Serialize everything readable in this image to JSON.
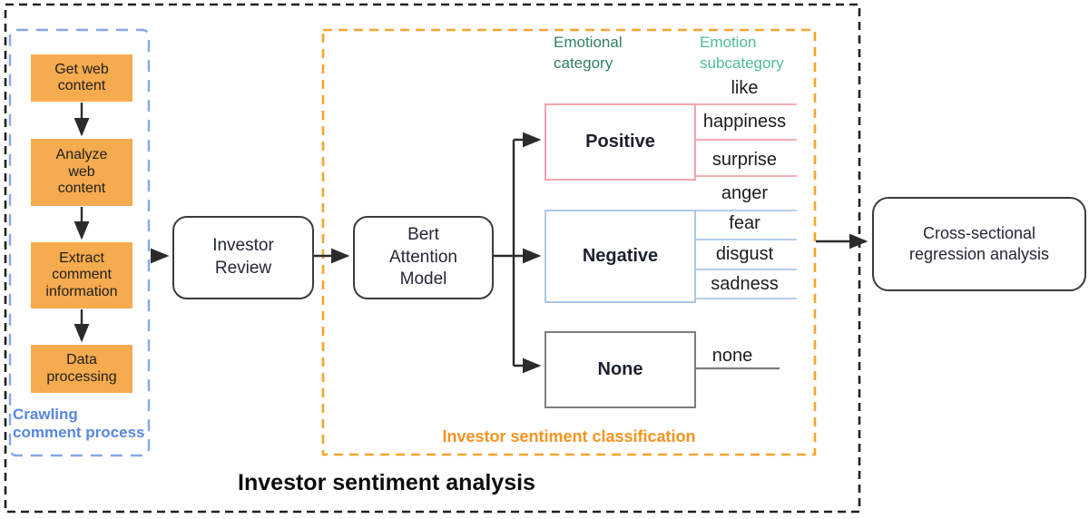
{
  "diagram": {
    "title": "Investor sentiment analysis"
  },
  "crawling": {
    "label": "Crawling\ncomment process",
    "steps": [
      "Get web\ncontent",
      "Analyze\nweb\ncontent",
      "Extract\ncomment\ninformation",
      "Data\nprocessing"
    ]
  },
  "flow": {
    "investor_review": "Investor\nReview",
    "bert_model": "Bert\nAttention\nModel",
    "regression": "Cross-sectional\nregression analysis"
  },
  "classification": {
    "label": "Investor sentiment classification",
    "column1": "Emotional\ncategory",
    "column2": "Emotion\nsubcategory",
    "positive": {
      "name": "Positive",
      "subs": [
        "like",
        "happiness",
        "surprise"
      ]
    },
    "negative": {
      "name": "Negative",
      "subs": [
        "anger",
        "fear",
        "disgust",
        "sadness"
      ]
    },
    "none": {
      "name": "None",
      "subs": [
        "none"
      ]
    }
  },
  "colors": {
    "step_fill": "#F6AB4E",
    "crawling_text": "#5787E2",
    "crawling_dash": "#86A7EB",
    "classification_text": "#F7941F",
    "classification_dash": "#F8A42D",
    "positive_border": "#F3A3AE",
    "negative_border": "#ABC7E9",
    "none_border": "#7D7D7D",
    "category_header_green": "#2F8068",
    "subcategory_header_green": "#4DBD92",
    "arrow": "#2B2B2B",
    "outer_dash": "#222222"
  }
}
